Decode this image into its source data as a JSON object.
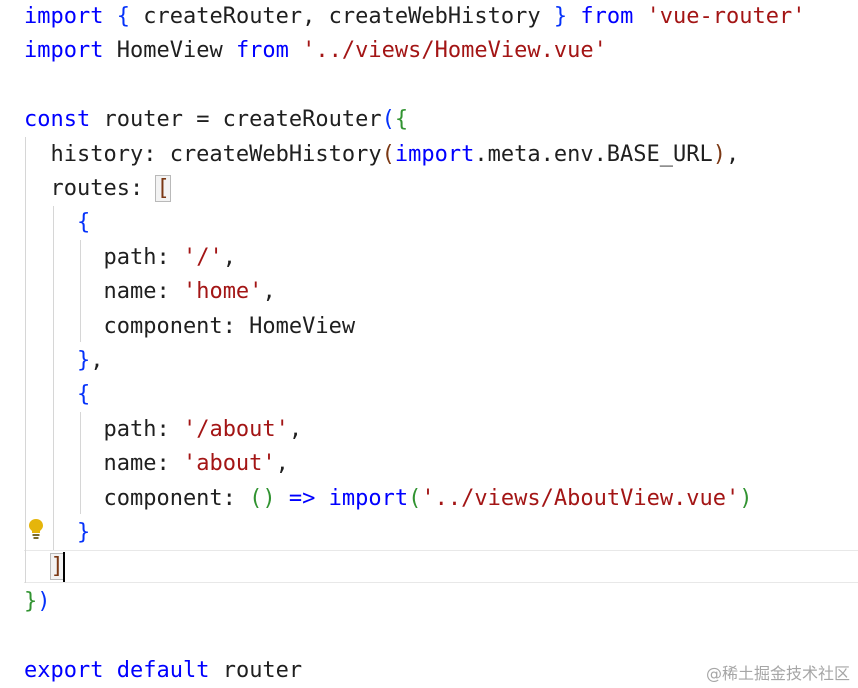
{
  "colors": {
    "keyword": "#0000ff",
    "string": "#a31515",
    "bracket_level1": "#0431fa",
    "bracket_level2": "#319331",
    "bracket_level3": "#7b3814",
    "text": "#1f1f1f"
  },
  "code": {
    "lines": [
      [
        {
          "t": "import",
          "k": "keyword"
        },
        {
          "t": " ",
          "k": "text"
        },
        {
          "t": "{",
          "k": "bracket_level1"
        },
        {
          "t": " createRouter, createWebHistory ",
          "k": "text"
        },
        {
          "t": "}",
          "k": "bracket_level1"
        },
        {
          "t": " ",
          "k": "text"
        },
        {
          "t": "from",
          "k": "keyword"
        },
        {
          "t": " ",
          "k": "text"
        },
        {
          "t": "'vue-router'",
          "k": "string"
        }
      ],
      [
        {
          "t": "import",
          "k": "keyword"
        },
        {
          "t": " HomeView ",
          "k": "text"
        },
        {
          "t": "from",
          "k": "keyword"
        },
        {
          "t": " ",
          "k": "text"
        },
        {
          "t": "'../views/HomeView.vue'",
          "k": "string"
        }
      ],
      [],
      [
        {
          "t": "const",
          "k": "keyword"
        },
        {
          "t": " router = createRouter",
          "k": "text"
        },
        {
          "t": "(",
          "k": "bracket_level1"
        },
        {
          "t": "{",
          "k": "bracket_level2"
        }
      ],
      [
        {
          "t": "  history: createWebHistory",
          "k": "text"
        },
        {
          "t": "(",
          "k": "bracket_level3"
        },
        {
          "t": "import",
          "k": "keyword"
        },
        {
          "t": ".meta.env.BASE_URL",
          "k": "text"
        },
        {
          "t": ")",
          "k": "bracket_level3"
        },
        {
          "t": ",",
          "k": "text"
        }
      ],
      [
        {
          "t": "  routes: ",
          "k": "text"
        },
        {
          "t": "[",
          "k": "bracket_level3",
          "box": true
        }
      ],
      [
        {
          "t": "    ",
          "k": "text"
        },
        {
          "t": "{",
          "k": "bracket_level1"
        }
      ],
      [
        {
          "t": "      path: ",
          "k": "text"
        },
        {
          "t": "'/'",
          "k": "string"
        },
        {
          "t": ",",
          "k": "text"
        }
      ],
      [
        {
          "t": "      name: ",
          "k": "text"
        },
        {
          "t": "'home'",
          "k": "string"
        },
        {
          "t": ",",
          "k": "text"
        }
      ],
      [
        {
          "t": "      component: HomeView",
          "k": "text"
        }
      ],
      [
        {
          "t": "    ",
          "k": "text"
        },
        {
          "t": "}",
          "k": "bracket_level1"
        },
        {
          "t": ",",
          "k": "text"
        }
      ],
      [
        {
          "t": "    ",
          "k": "text"
        },
        {
          "t": "{",
          "k": "bracket_level1"
        }
      ],
      [
        {
          "t": "      path: ",
          "k": "text"
        },
        {
          "t": "'/about'",
          "k": "string"
        },
        {
          "t": ",",
          "k": "text"
        }
      ],
      [
        {
          "t": "      name: ",
          "k": "text"
        },
        {
          "t": "'about'",
          "k": "string"
        },
        {
          "t": ",",
          "k": "text"
        }
      ],
      [
        {
          "t": "      component: ",
          "k": "text"
        },
        {
          "t": "()",
          "k": "bracket_level2"
        },
        {
          "t": " ",
          "k": "text"
        },
        {
          "t": "=>",
          "k": "keyword"
        },
        {
          "t": " ",
          "k": "text"
        },
        {
          "t": "import",
          "k": "keyword"
        },
        {
          "t": "(",
          "k": "bracket_level2"
        },
        {
          "t": "'../views/AboutView.vue'",
          "k": "string"
        },
        {
          "t": ")",
          "k": "bracket_level2"
        }
      ],
      [
        {
          "t": "    ",
          "k": "text"
        },
        {
          "t": "}",
          "k": "bracket_level1"
        }
      ],
      [
        {
          "t": "  ",
          "k": "text"
        },
        {
          "t": "]",
          "k": "bracket_level3",
          "box": true
        }
      ],
      [
        {
          "t": "}",
          "k": "bracket_level2"
        },
        {
          "t": ")",
          "k": "bracket_level1"
        }
      ],
      [],
      [
        {
          "t": "export",
          "k": "keyword"
        },
        {
          "t": " ",
          "k": "text"
        },
        {
          "t": "default",
          "k": "keyword"
        },
        {
          "t": " router",
          "k": "text"
        }
      ]
    ]
  },
  "gutter": {
    "icon": "lightbulb-icon",
    "icon_color": "#e5b50b"
  },
  "watermark": {
    "text": "@稀土掘金技术社区"
  }
}
